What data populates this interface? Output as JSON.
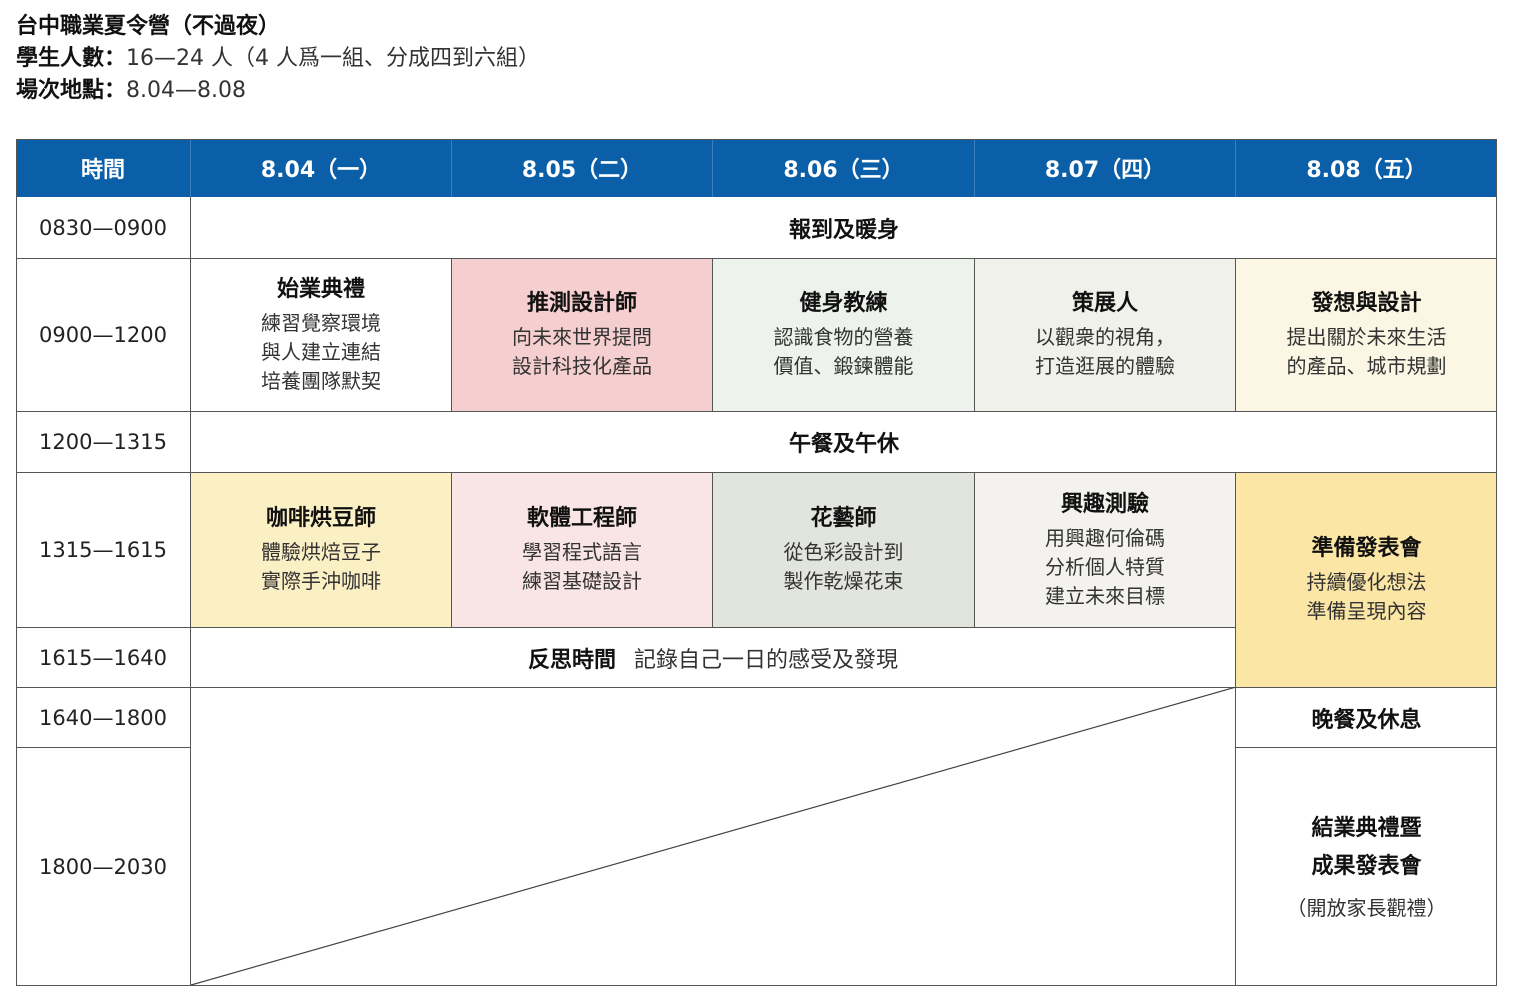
{
  "header": {
    "title": "台中職業夏令營（不過夜）",
    "students_label": "學生人數：",
    "students_value": "16—24 人（4 人爲一組、分成四到六組）",
    "venue_label": "場次地點：",
    "venue_value": "8.04—8.08"
  },
  "colors": {
    "header_blue": "#0b5ea8",
    "pink": "#f5cfcf",
    "light_pink": "#f9e5e5",
    "mint": "#eef2ec",
    "light_gray": "#f1f1ec",
    "cream": "#fcf7e4",
    "yellow": "#fbefc4",
    "gold": "#fbe6a6",
    "gray_green": "#e2e4de"
  },
  "table": {
    "columns": [
      "時間",
      "8.04（一）",
      "8.05（二）",
      "8.06（三）",
      "8.07（四）",
      "8.08（五）"
    ],
    "times": [
      "0830—0900",
      "0900—1200",
      "1200—1315",
      "1315—1615",
      "1615—1640",
      "1640—1800",
      "1800—2030"
    ],
    "row1": {
      "span": "報到及暖身"
    },
    "row2": [
      {
        "title": "始業典禮",
        "lines": [
          "練習覺察環境",
          "與人建立連結",
          "培養團隊默契"
        ]
      },
      {
        "title": "推測設計師",
        "lines": [
          "向未來世界提問",
          "設計科技化產品"
        ]
      },
      {
        "title": "健身教練",
        "lines": [
          "認識食物的營養",
          "價值、鍛鍊體能"
        ]
      },
      {
        "title": "策展人",
        "lines": [
          "以觀衆的視角，",
          "打造逛展的體驗"
        ]
      },
      {
        "title": "發想與設計",
        "lines": [
          "提出關於未來生活",
          "的產品、城市規劃"
        ]
      }
    ],
    "row3": {
      "span": "午餐及午休"
    },
    "row4": [
      {
        "title": "咖啡烘豆師",
        "lines": [
          "體驗烘焙豆子",
          "實際手沖咖啡"
        ]
      },
      {
        "title": "軟體工程師",
        "lines": [
          "學習程式語言",
          "練習基礎設計"
        ]
      },
      {
        "title": "花藝師",
        "lines": [
          "從色彩設計到",
          "製作乾燥花束"
        ]
      },
      {
        "title": "興趣測驗",
        "lines": [
          "用興趣何倫碼",
          "分析個人特質",
          "建立未來目標"
        ]
      },
      {
        "title": "準備發表會",
        "lines": [
          "持續優化想法",
          "準備呈現內容"
        ]
      }
    ],
    "row5": {
      "title": "反思時間",
      "desc": "記錄自己一日的感受及發現"
    },
    "row6": {
      "fri": "晚餐及休息"
    },
    "row7": {
      "fri_title_1": "結業典禮暨",
      "fri_title_2": "成果發表會",
      "fri_note": "（開放家長觀禮）"
    }
  }
}
